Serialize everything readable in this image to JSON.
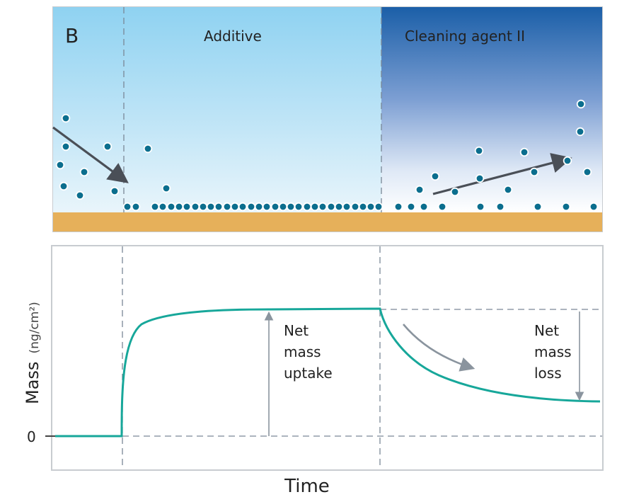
{
  "panel_label": "B",
  "phases": {
    "additive": "Additive",
    "cleaning": "Cleaning agent II"
  },
  "y_axis": {
    "main": "Mass",
    "unit": "(ng/cm²)"
  },
  "x_axis": {
    "label": "Time"
  },
  "zero_tick": "0",
  "annotations": {
    "uptake": [
      "Net",
      "mass",
      "uptake"
    ],
    "loss": [
      "Net",
      "mass",
      "loss"
    ]
  },
  "colors": {
    "curve": "#17a79a",
    "molecule": "#0b6e8e",
    "substrate": "#e6b05a",
    "sky_light": "#a7dbf4",
    "sky_dark": "#1b5fa8",
    "arrow_dark": "#4a4f57",
    "arrow_grey": "#8a949e"
  }
}
